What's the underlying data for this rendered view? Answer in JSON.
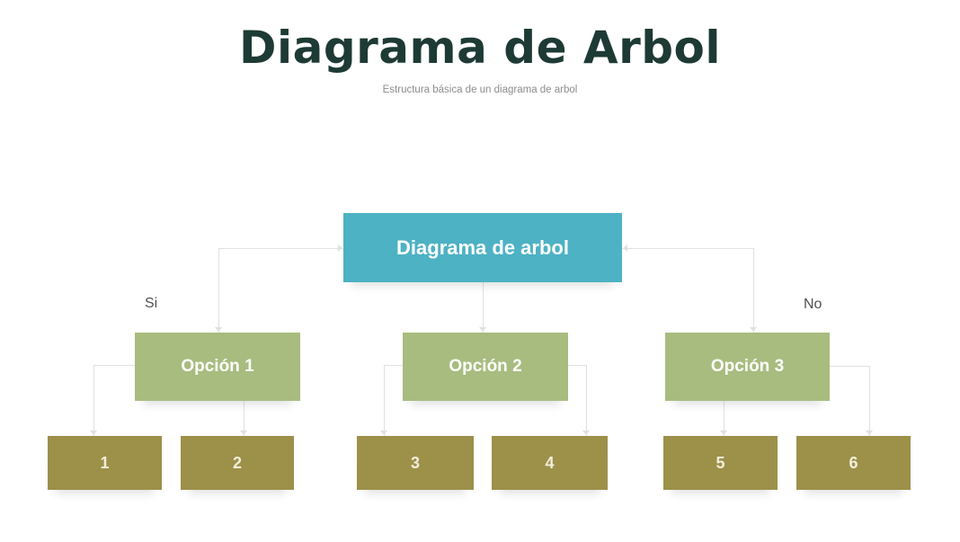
{
  "header": {
    "title": "Diagrama de Arbol",
    "subtitle": "Estructura básica de un diagrama de arbol"
  },
  "tree": {
    "root": {
      "label": "Diagrama de arbol"
    },
    "branch_labels": {
      "left": "Si",
      "right": "No"
    },
    "options": [
      {
        "label": "Opción 1",
        "children": [
          "1",
          "2"
        ]
      },
      {
        "label": "Opción 2",
        "children": [
          "3",
          "4"
        ]
      },
      {
        "label": "Opción 3",
        "children": [
          "5",
          "6"
        ]
      }
    ],
    "leaves": [
      {
        "label": "1"
      },
      {
        "label": "2"
      },
      {
        "label": "3"
      },
      {
        "label": "4"
      },
      {
        "label": "5"
      },
      {
        "label": "6"
      }
    ]
  },
  "colors": {
    "root_bg": "#4db2c4",
    "option_bg": "#a8bc7f",
    "leaf_bg": "#9d9049",
    "title_text": "#1e3a34",
    "subtitle_text": "#8c8c8c",
    "connector": "#e0e0e0",
    "branch_label": "#4f4f4f",
    "node_text": "#ffffff",
    "leaf_text": "#f2eedb"
  }
}
